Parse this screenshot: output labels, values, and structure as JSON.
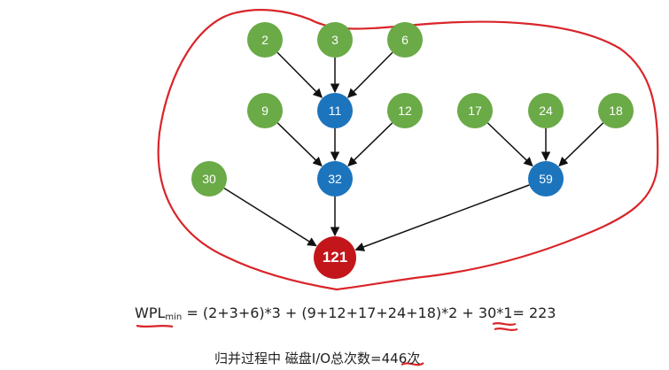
{
  "diagram": {
    "nodes": [
      {
        "id": "n2",
        "label": "2",
        "kind": "leaf"
      },
      {
        "id": "n3",
        "label": "3",
        "kind": "leaf"
      },
      {
        "id": "n6",
        "label": "6",
        "kind": "leaf"
      },
      {
        "id": "n11",
        "label": "11",
        "kind": "merge"
      },
      {
        "id": "n9",
        "label": "9",
        "kind": "leaf"
      },
      {
        "id": "n12",
        "label": "12",
        "kind": "leaf"
      },
      {
        "id": "n32",
        "label": "32",
        "kind": "merge"
      },
      {
        "id": "n30",
        "label": "30",
        "kind": "leaf"
      },
      {
        "id": "n17",
        "label": "17",
        "kind": "leaf"
      },
      {
        "id": "n24",
        "label": "24",
        "kind": "leaf"
      },
      {
        "id": "n18",
        "label": "18",
        "kind": "leaf"
      },
      {
        "id": "n59",
        "label": "59",
        "kind": "merge"
      },
      {
        "id": "n121",
        "label": "121",
        "kind": "root"
      }
    ],
    "edges": [
      [
        "n2",
        "n11"
      ],
      [
        "n3",
        "n11"
      ],
      [
        "n6",
        "n11"
      ],
      [
        "n9",
        "n32"
      ],
      [
        "n11",
        "n32"
      ],
      [
        "n12",
        "n32"
      ],
      [
        "n17",
        "n59"
      ],
      [
        "n24",
        "n59"
      ],
      [
        "n18",
        "n59"
      ],
      [
        "n30",
        "n121"
      ],
      [
        "n32",
        "n121"
      ],
      [
        "n59",
        "n121"
      ]
    ],
    "colors": {
      "leaf": "#6aaa47",
      "merge": "#1c74bd",
      "root": "#c3161b",
      "outline": "#d9252a",
      "underline": "#d9252a"
    }
  },
  "formula": {
    "wpl": "WPL",
    "sub": "min",
    "expr": " = (2+3+6)*3 + (9+12+17+24+18)*2 + 30*1= ",
    "result": "223"
  },
  "note": {
    "prefix": "归并过程中 磁盘I/O总次数=",
    "value": "446",
    "suffix": "次"
  }
}
